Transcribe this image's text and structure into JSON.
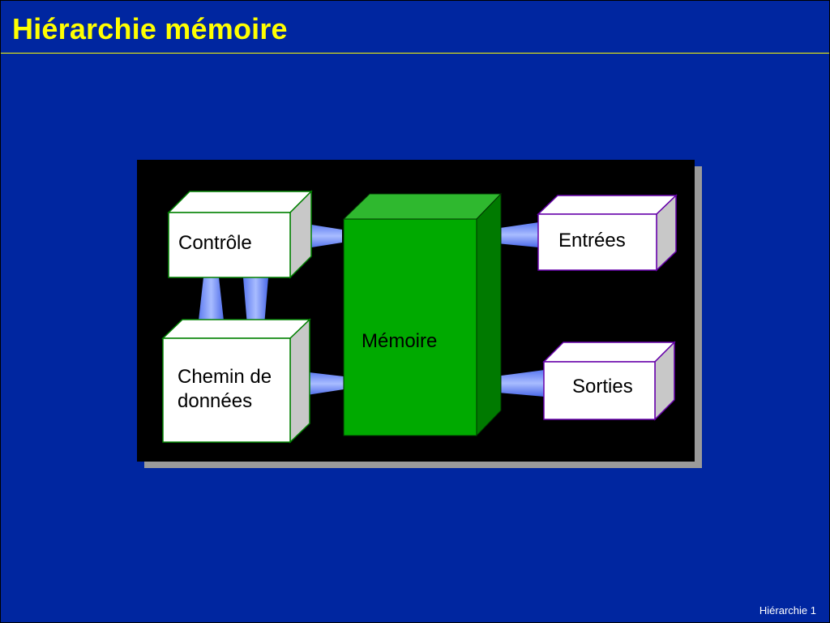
{
  "slide": {
    "title": "Hiérarchie mémoire",
    "footer": "Hiérarchie 1"
  },
  "diagram": {
    "nodes": {
      "controle": {
        "label": "Contrôle"
      },
      "chemin": {
        "label_line1": "Chemin de",
        "label_line2": "données"
      },
      "memoire": {
        "label": "Mémoire"
      },
      "entrees": {
        "label": "Entrées"
      },
      "sorties": {
        "label": "Sorties"
      }
    }
  },
  "colors": {
    "background": "#0026a0",
    "title": "#ffff00",
    "panel": "#000000",
    "memory": "#00aa00",
    "connector": "#7090ff"
  }
}
